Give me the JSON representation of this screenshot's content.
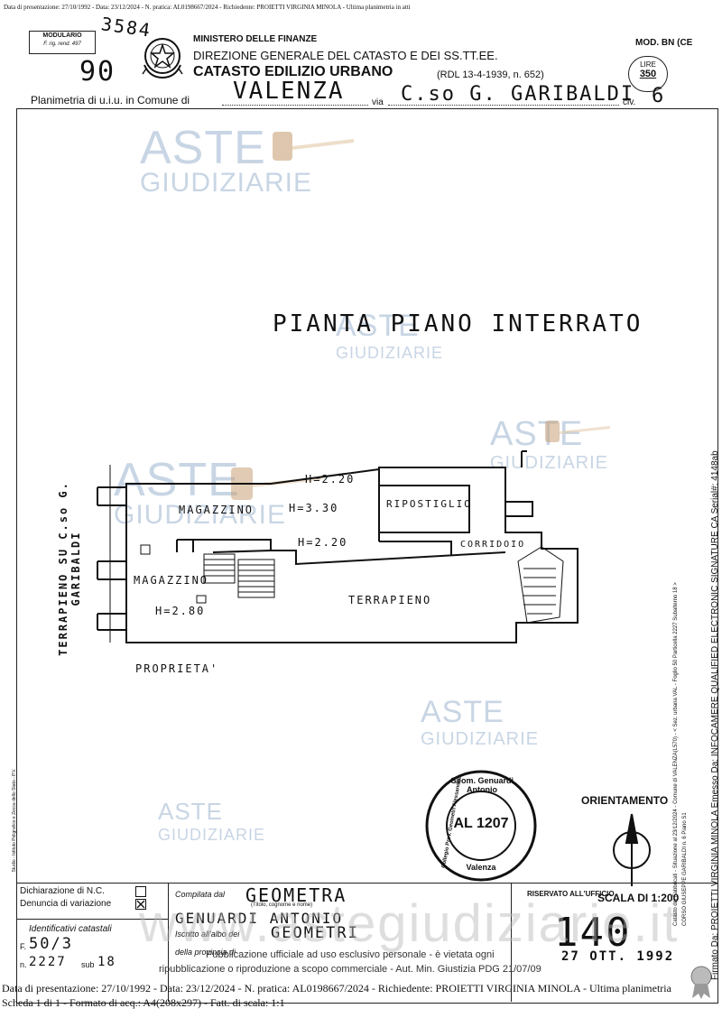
{
  "top_banner": "Data di presentazione: 27/10/1992 - Data: 23/12/2024 - N. pratica: AL0198667/2024 - Richiedente: PROIETTI VIRGINIA MINOLA - Ultima planimetria in atti",
  "header": {
    "modulario_label": "MODULARIO",
    "modulario_sub": "F. rig. rend. 497",
    "hand_number_top": "3584",
    "hand_number_left": "90",
    "ministry": "MINISTERO DELLE FINANZE",
    "direction": "DIREZIONE GENERALE DEL CATASTO E DEI SS.TT.EE.",
    "catasto": "CATASTO EDILIZIO URBANO",
    "rdl": "(RDL 13-4-1939, n. 652)",
    "mod": "MOD. BN (CE",
    "lire_label": "LIRE",
    "lire_value": "350",
    "planimetria_label": "Planimetria di u.i.u. in Comune di",
    "comune": "VALENZA",
    "via_label": "via",
    "via": "C.so G. GARIBALDI",
    "civ_label": "civ.",
    "civ": "6"
  },
  "watermark": {
    "aste": "ASTE",
    "giudiziarie": "GIUDIZIARIE"
  },
  "plan": {
    "title": "PIANTA PIANO INTERRATO",
    "side_label": "TERRAPIENO SU C.so G. GARIBALDI",
    "rooms": {
      "magazzino_1": "MAGAZZINO",
      "h330": "H=3.30",
      "h220_top": "H=2.20",
      "ripostiglio": "RIPOSTIGLIO",
      "h220_mid": "H=2.20",
      "corridoio": "CORRIDOIO",
      "magazzino_2": "MAGAZZINO",
      "h280": "H=2.80",
      "terrapieno": "TERRAPIENO"
    },
    "proprieta": "PROPRIETA'",
    "orientamento": "ORIENTAMENTO",
    "scala": "SCALA DI 1:200"
  },
  "stamp": {
    "ring_top": "Geom. Genuardi Antonio",
    "ring_left": "Collegio Prov. Geometri Alessandria",
    "number": "AL 1207",
    "city": "Valenza"
  },
  "footer": {
    "left_side_small": "Studio - Istituto Poligrafico e Zecca dello Stato - P.V.",
    "dichiarazione": "Dichiarazione di N.C.",
    "denuncia": "Denuncia di variazione",
    "identificativi": "Identificativi catastali",
    "foglio_label": "F.",
    "foglio": "50/3",
    "numero_label": "n.",
    "numero": "2227",
    "sub_label": "sub",
    "sub": "18",
    "compilata": "Compilata dal",
    "geometra": "GEOMETRA",
    "titolo": "(Titolo, cognome e nome)",
    "nome": "GENUARDI ANTONIO",
    "iscritto": "Iscritto all'albo dei",
    "albo": "GEOMETRI",
    "della_prov": "della provincia di",
    "riservato": "RISERVATO ALL'UFFICIO",
    "hand_num": "140",
    "data_timbro": "27 OTT. 1992",
    "pubblicazione_1": "Pubblicazione ufficiale ad uso esclusivo personale - è vietata ogni",
    "pubblicazione_2": "ripubblicazione o riproduzione a scopo commerciale - Aut. Min. Giustizia PDG 21/07/09",
    "bottom_line_1": "Data di presentazione: 27/10/1992 - Data: 23/12/2024 - N. pratica: AL0198667/2024 - Richiedente: PROIETTI VIRGINIA MINOLA - Ultima planimetria",
    "bottom_line_2": "Scheda 1 di 1 - Formato di acq.: A4(208x297) - Fatt. di scala: 1:1",
    "site_watermark": "www.astegiudiziarie.it"
  },
  "right_margin": {
    "line_1": "Firmato Da: PROIETTI VIRGINIA MINOLA Emesso Da: INFOCAMERE QUALIFIED ELECTRONIC SIGNATURE CA Serial#: 4148ab",
    "line_2": "Catasto dei Fabbricati - Situazione al 23/12/2024 - Comune di VALENZA(L570) - < Sez. urbana VAL - Foglio 50 Particella 2227 Subalterno 18 >",
    "line_3": "CORSO GIUSEPPE GARIBALDI n. 6 Piano S1"
  }
}
